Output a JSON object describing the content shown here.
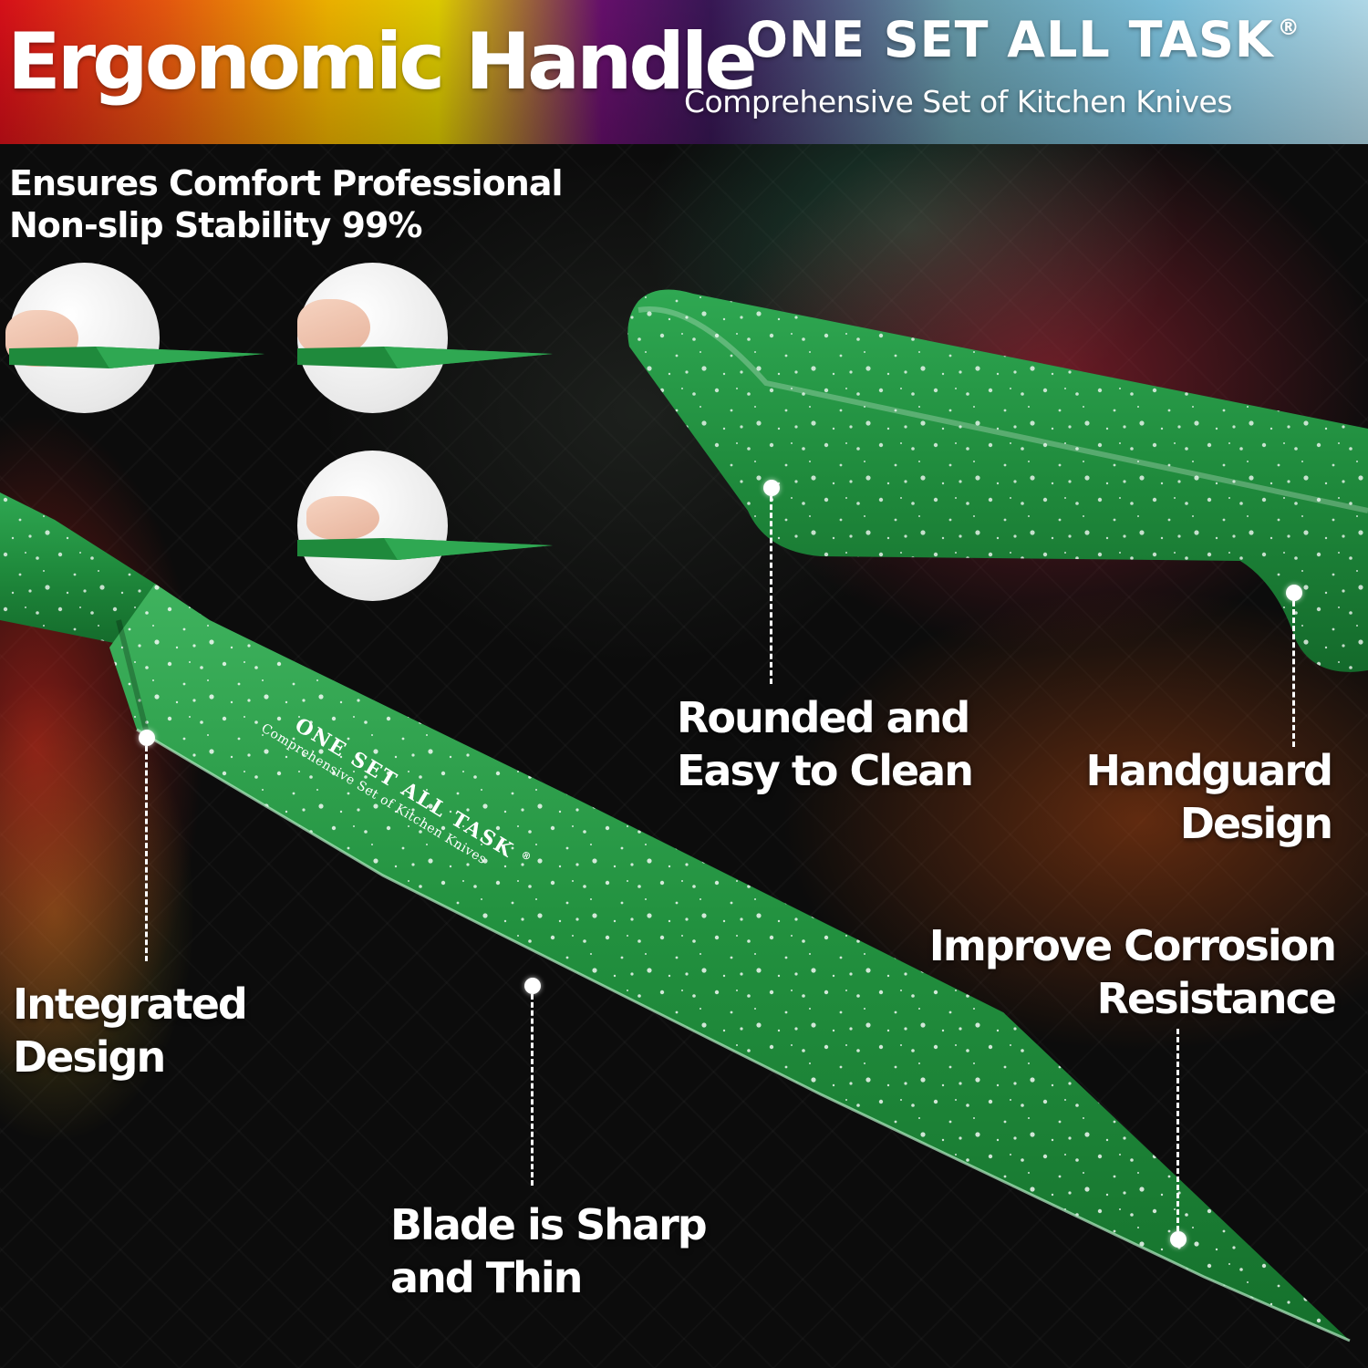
{
  "header": {
    "headline": "Ergonomic Handle",
    "brand_name": "ONE SET ALL TASK",
    "brand_mark": "®",
    "brand_tagline": "Comprehensive Set of Kitchen Knives"
  },
  "intro": {
    "line1": "Ensures Comfort Professional",
    "line2": "Non-slip Stability 99%"
  },
  "knife_engraving": {
    "brand": "ONE SET ALL TASK",
    "mark": "®",
    "tagline": "Comprehensive Set of Kitchen Knives"
  },
  "callouts": {
    "rounded": {
      "line1": "Rounded and",
      "line2": "Easy to Clean"
    },
    "handguard": {
      "line1": "Handguard",
      "line2": "Design"
    },
    "corrosion": {
      "line1": "Improve Corrosion",
      "line2": "Resistance"
    },
    "integrated": {
      "line1": "Integrated",
      "line2": "Design"
    },
    "blade": {
      "line1": "Blade is Sharp",
      "line2": "and Thin"
    }
  },
  "colors": {
    "knife_green": "#1f8a3c",
    "speckle": "#ffffff",
    "text": "#ffffff"
  }
}
